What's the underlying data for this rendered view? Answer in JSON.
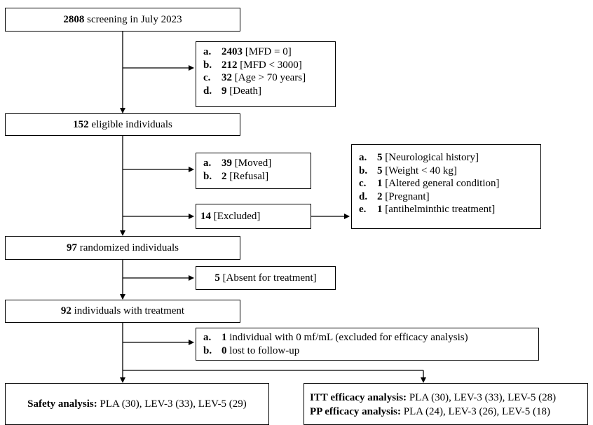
{
  "boxes": {
    "screening": {
      "num": "2808",
      "text": " screening in July 2023"
    },
    "exclusion1": [
      {
        "label": "a.",
        "num": "2403",
        "text": " [MFD = 0]"
      },
      {
        "label": "b.",
        "num": "212",
        "text": " [MFD < 3000]"
      },
      {
        "label": "c.",
        "num": "32",
        "text": " [Age > 70 years]"
      },
      {
        "label": "d.",
        "num": "9",
        "text": " [Death]"
      }
    ],
    "eligible": {
      "num": "152",
      "text": " eligible individuals"
    },
    "exclusion2": [
      {
        "label": "a.",
        "num": "39",
        "text": " [Moved]"
      },
      {
        "label": "b.",
        "num": "2",
        "text": " [Refusal]"
      }
    ],
    "excluded": {
      "num": "14",
      "text": " [Excluded]"
    },
    "excluded_reasons": [
      {
        "label": "a.",
        "num": "5",
        "text": " [Neurological history]"
      },
      {
        "label": "b.",
        "num": "5",
        "text": " [Weight < 40 kg]"
      },
      {
        "label": "c.",
        "num": "1",
        "text": " [Altered general condition]"
      },
      {
        "label": "d.",
        "num": "2",
        "text": " [Pregnant]"
      },
      {
        "label": "e.",
        "num": "1",
        "text": " [antihelminthic treatment]"
      }
    ],
    "randomized": {
      "num": "97",
      "text": " randomized individuals"
    },
    "absent": {
      "num": "5",
      "text": " [Absent for treatment]"
    },
    "treated": {
      "num": "92",
      "text": " individuals with treatment"
    },
    "exclusion3": [
      {
        "label": "a.",
        "num": "1",
        "text": " individual with 0 mf/mL (excluded for efficacy analysis)"
      },
      {
        "label": "b.",
        "num": "0",
        "text": " lost to follow-up"
      }
    ],
    "safety": {
      "head": "Safety analysis:",
      "text": " PLA (30), LEV-3 (33), LEV-5 (29)"
    },
    "efficacy": {
      "itt_head": "ITT efficacy analysis:",
      "itt_text": " PLA (30), LEV-3 (33), LEV-5 (28)",
      "pp_head": "PP efficacy analysis:",
      "pp_text": " PLA (24), LEV-3 (26), LEV-5 (18)"
    }
  }
}
